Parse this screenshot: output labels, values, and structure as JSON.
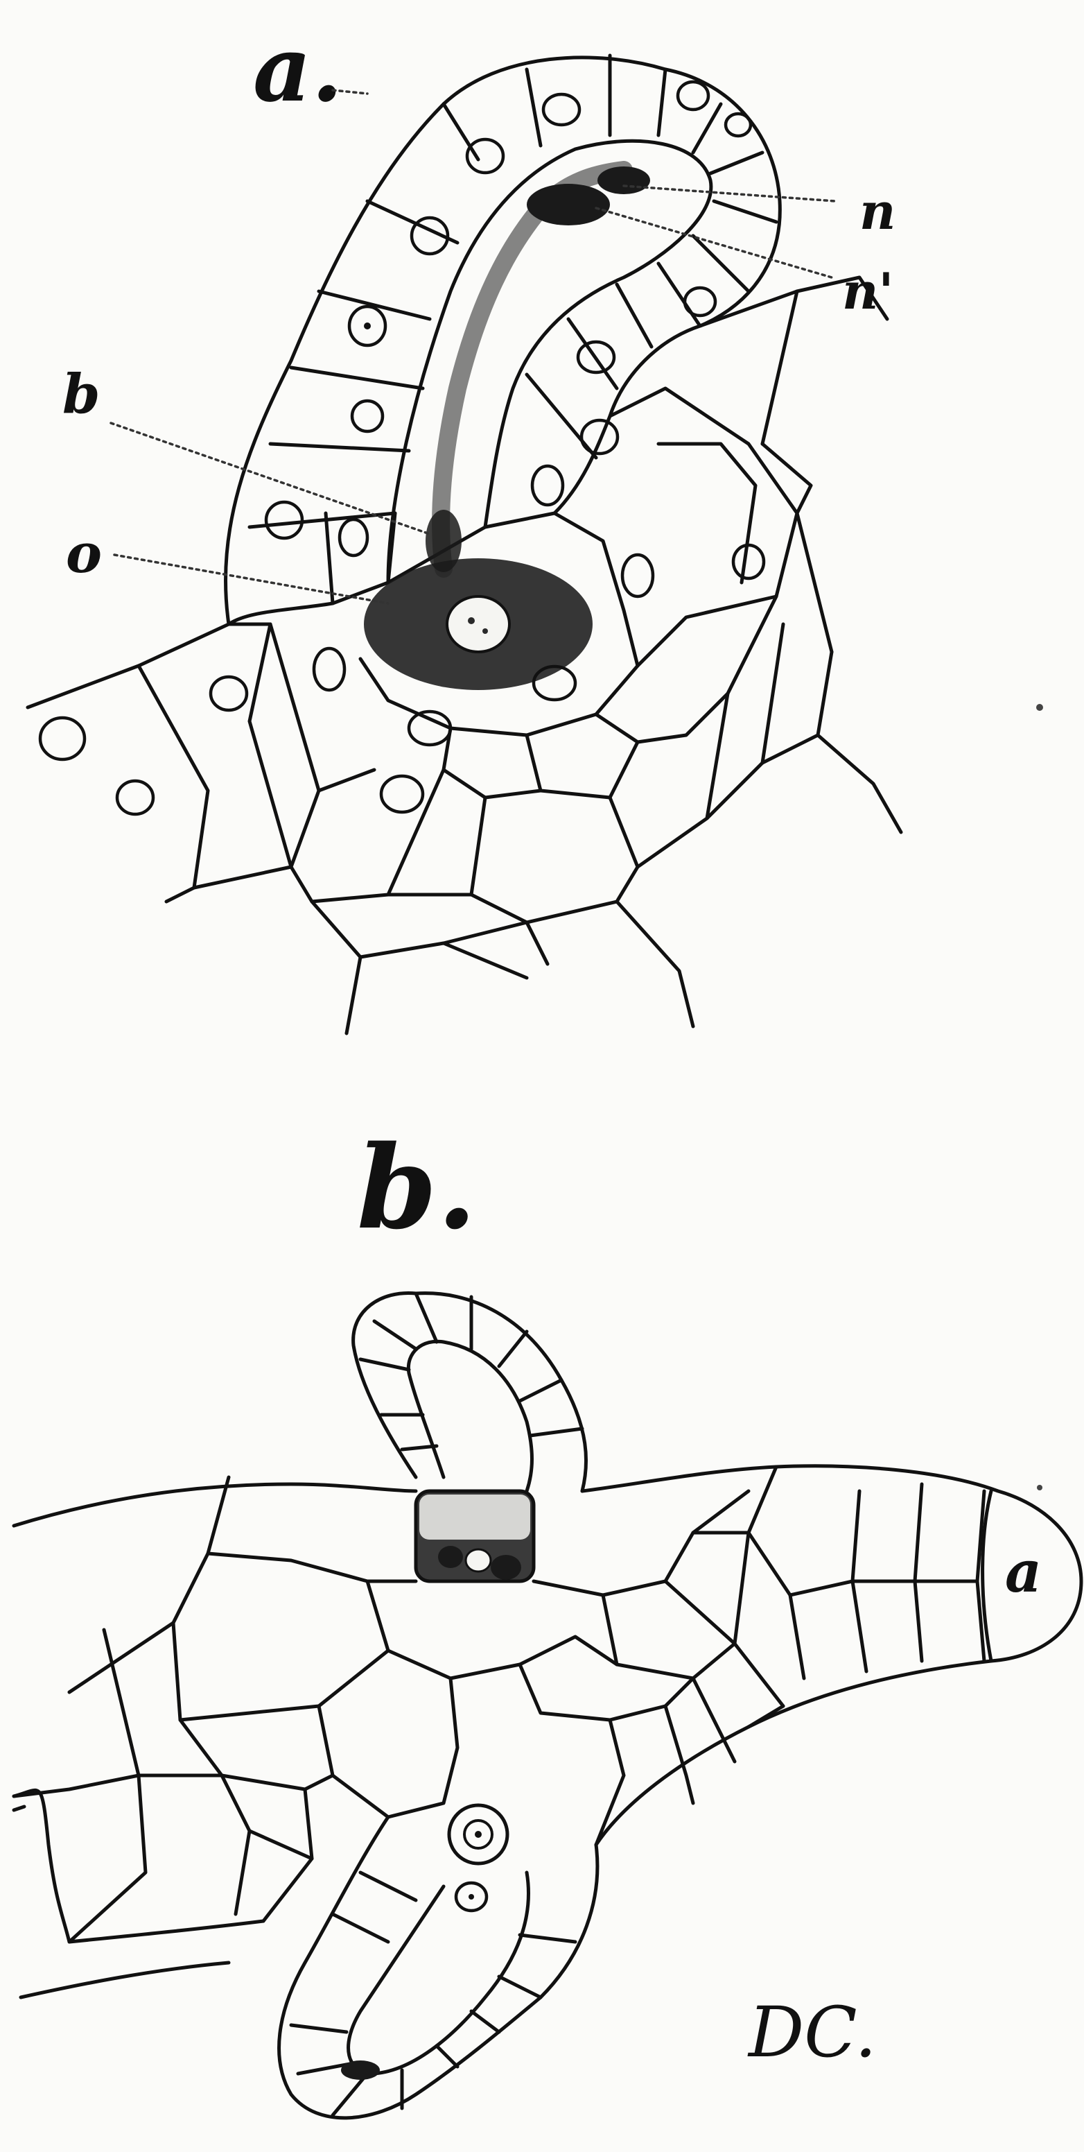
{
  "figure_a": {
    "label": "a.",
    "labels": {
      "n": "n",
      "n_prime": "n'",
      "b": "b",
      "o": "o"
    }
  },
  "figure_b": {
    "label": "b.",
    "cell_label": "a"
  },
  "signature": "DC."
}
